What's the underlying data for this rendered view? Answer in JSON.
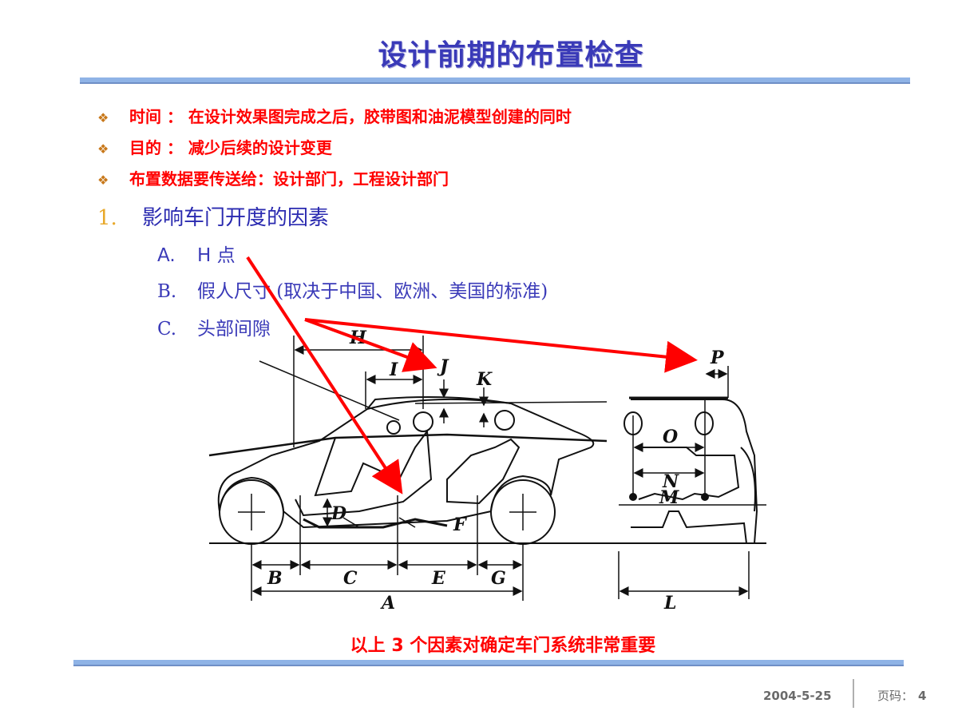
{
  "title": "设计前期的布置检查",
  "bullets": [
    "时间 ： 在设计效果图完成之后，胶带图和油泥模型创建的同时",
    "目的 ： 减少后续的设计变更",
    "布置数据要传送给：设计部门，工程设计部门"
  ],
  "bullet_icon": "diamond-cluster-icon",
  "item1": {
    "num": "1.",
    "text": "影响车门开度的因素"
  },
  "subs": [
    {
      "letter": "A.",
      "text": "H 点"
    },
    {
      "letter": "B.",
      "text": "假人尺寸 (取决于中国、欧洲、美国的标准)"
    },
    {
      "letter": "C.",
      "text": "头部间隙"
    }
  ],
  "diagram_labels": {
    "H": "H",
    "I": "I",
    "J": "J",
    "K": "K",
    "P": "P",
    "O": "O",
    "N": "N",
    "M": "M",
    "D": "D",
    "F": "F",
    "B": "B",
    "C": "C",
    "E": "E",
    "G": "G",
    "A": "A",
    "L": "L"
  },
  "caption": "以上 3 个因素对确定车门系统非常重要",
  "footer": {
    "date": "2004-5-25",
    "page_label": "页码：",
    "page_number": "4"
  },
  "colors": {
    "title": "#3a3ab8",
    "bullet_text": "#ff0000",
    "arrow": "#ff0000",
    "rule": "#8fb3e6"
  }
}
